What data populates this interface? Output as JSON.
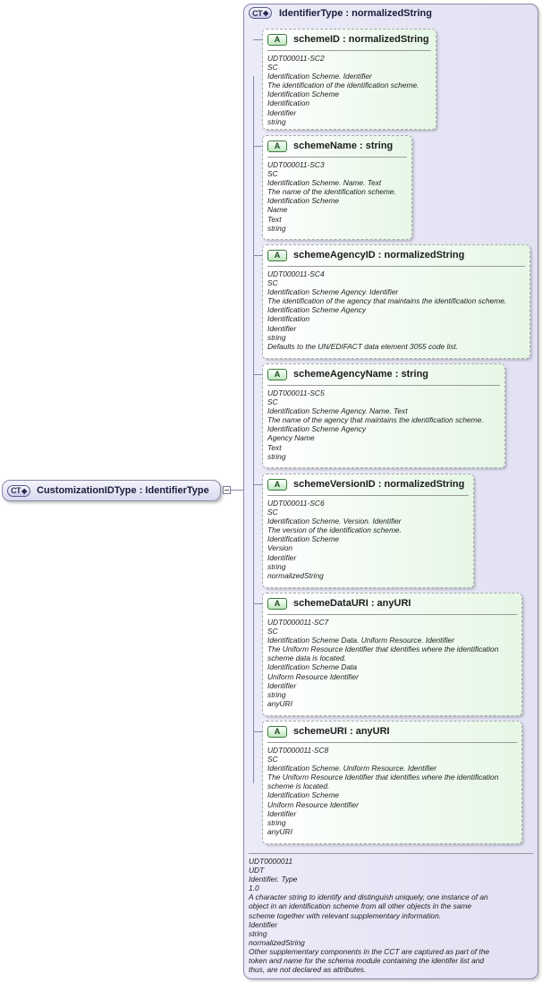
{
  "root": {
    "badge": "CT",
    "name": "CustomizationIDType",
    "type_sep": " : ",
    "type": "IdentifierType"
  },
  "type": {
    "badge": "CT",
    "name": "IdentifierType",
    "type_sep": " : ",
    "base": "normalizedString",
    "documentation": [
      "UDT0000011",
      "UDT",
      "Identifier. Type",
      "1.0",
      "A character string to identify and distinguish uniquely, one instance of an",
      "object in an identification scheme from all other objects in the same",
      "scheme together with relevant supplementary information.",
      "Identifier",
      "string",
      "normalizedString",
      "Other supplementary components in the CCT are captured as part of the",
      "token and name for the schema module containing the identifer list and",
      "thus, are not declared as attributes."
    ]
  },
  "attributes": [
    {
      "badge": "A",
      "name": "schemeID",
      "type": "normalizedString",
      "doc": [
        "UDT000011-SC2",
        "SC",
        "Identification Scheme. Identifier",
        "The identification of the identification scheme.",
        "Identification Scheme",
        "Identification",
        "Identifier",
        "string"
      ]
    },
    {
      "badge": "A",
      "name": "schemeName",
      "type": "string",
      "doc": [
        "UDT000011-SC3",
        "SC",
        "Identification Scheme. Name. Text",
        "The name of the identification scheme.",
        "Identification Scheme",
        "Name",
        "Text",
        "string"
      ]
    },
    {
      "badge": "A",
      "name": "schemeAgencyID",
      "type": "normalizedString",
      "doc": [
        "UDT000011-SC4",
        "SC",
        "Identification Scheme Agency. Identifier",
        "The identification of the agency that maintains the identification scheme.",
        "Identification Scheme Agency",
        "Identification",
        "Identifier",
        "string",
        "Defaults to the UN/EDIFACT data element 3055 code list."
      ]
    },
    {
      "badge": "A",
      "name": "schemeAgencyName",
      "type": "string",
      "doc": [
        "UDT000011-SC5",
        "SC",
        "Identification Scheme Agency. Name. Text",
        "The name of the agency that maintains the identification scheme.",
        "Identification Scheme Agency",
        "Agency Name",
        "Text",
        "string"
      ]
    },
    {
      "badge": "A",
      "name": "schemeVersionID",
      "type": "normalizedString",
      "doc": [
        "UDT000011-SC6",
        "SC",
        "Identification Scheme. Version. Identifier",
        "The version of the identification scheme.",
        "Identification Scheme",
        "Version",
        "Identifier",
        "string",
        "normalizedString"
      ]
    },
    {
      "badge": "A",
      "name": "schemeDataURI",
      "type": "anyURI",
      "doc": [
        "UDT0000011-SC7",
        "SC",
        "Identification Scheme Data. Uniform Resource. Identifier",
        "The Uniform Resource Identifier that identifies where the identification",
        "scheme data is located.",
        "Identification Scheme Data",
        "Uniform Resource Identifier",
        "Identifier",
        "string",
        "anyURI"
      ]
    },
    {
      "badge": "A",
      "name": "schemeURI",
      "type": "anyURI",
      "doc": [
        "UDT0000011-SC8",
        "SC",
        "Identification Scheme. Uniform Resource. Identifier",
        "The Uniform Resource Identifier that identifies where the identification",
        "scheme is located.",
        "Identification Scheme",
        "Uniform Resource Identifier",
        "Identifier",
        "string",
        "anyURI"
      ]
    }
  ]
}
